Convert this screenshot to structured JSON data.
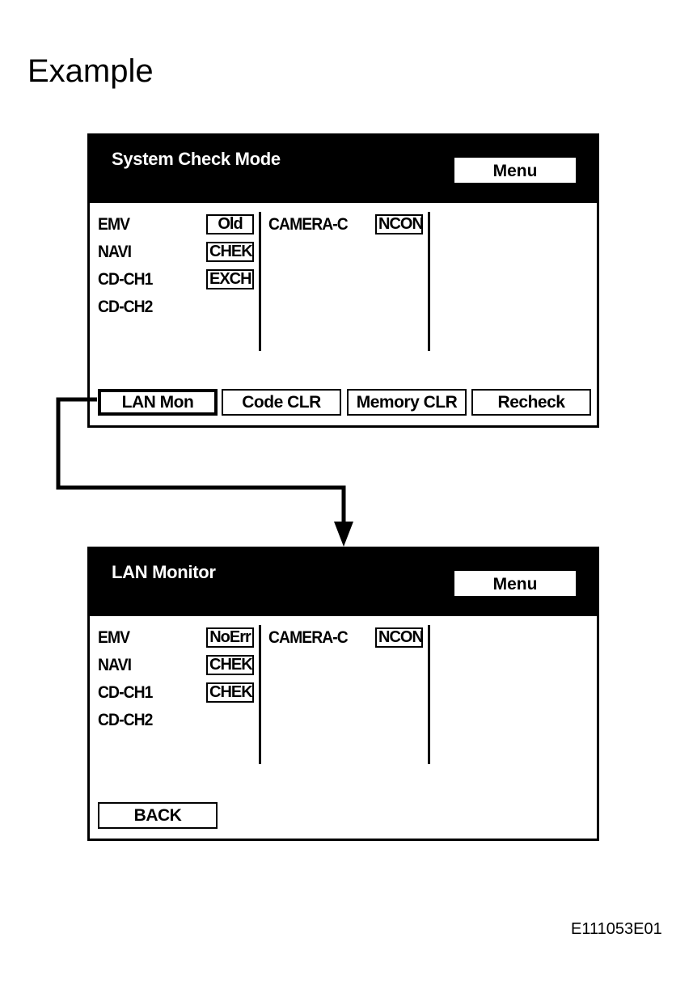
{
  "heading": "Example",
  "footer_code": "E111053E01",
  "screen1": {
    "title": "System Check Mode",
    "menu_label": "Menu",
    "left_labels": [
      "EMV",
      "NAVI",
      "CD-CH1",
      "CD-CH2"
    ],
    "left_status": [
      "Old",
      "CHEK",
      "EXCH"
    ],
    "mid_label": "CAMERA-C",
    "mid_status": "NCON",
    "buttons": [
      "LAN Mon",
      "Code CLR",
      "Memory CLR",
      "Recheck"
    ],
    "selected_button": "LAN Mon"
  },
  "screen2": {
    "title": "LAN Monitor",
    "menu_label": "Menu",
    "left_labels": [
      "EMV",
      "NAVI",
      "CD-CH1",
      "CD-CH2"
    ],
    "left_status": [
      "NoErr",
      "CHEK",
      "CHEK"
    ],
    "mid_label": "CAMERA-C",
    "mid_status": "NCON",
    "back_label": "BACK"
  }
}
